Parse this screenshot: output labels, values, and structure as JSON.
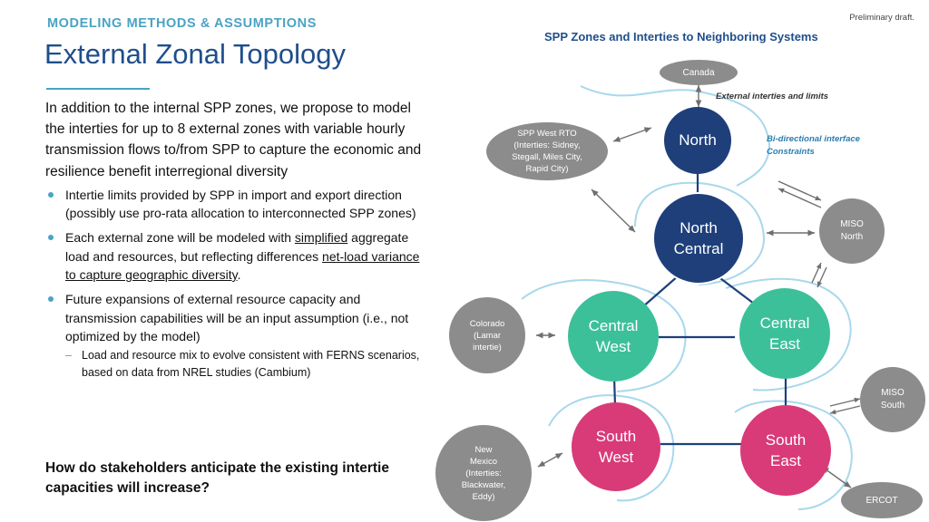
{
  "header": {
    "section": "MODELING METHODS & ASSUMPTIONS",
    "title": "External Zonal Topology",
    "draft_note": "Preliminary draft."
  },
  "body": {
    "intro": "In addition to the internal SPP zones, we propose to model the interties for up to 8 external zones with variable hourly transmission flows to/from SPP to capture the economic and resilience benefit interregional diversity",
    "bullet1": "Intertie limits provided by SPP in import and export direction (possibly use pro-rata allocation to interconnected SPP zones)",
    "bullet2": {
      "a": "Each external zone will be modeled with ",
      "b": "simplified",
      "c": " aggregate load and resources, but reflecting differences ",
      "d": "net-load variance to capture geographic diversity",
      "e": "."
    },
    "bullet3": "Future expansions of external resource capacity and transmission capabilities will be an input assumption (i.e., not optimized by the model)",
    "subbullet": "Load and resource mix to evolve consistent with FERNS scenarios, based on data from NREL studies (Cambium)",
    "question": "How do stakeholders anticipate the existing intertie capacities will increase?"
  },
  "diagram": {
    "title": "SPP Zones and Interties to Neighboring Systems",
    "annotations": {
      "external": "External interties and limits",
      "bidir_1": "Bi-directional interface",
      "bidir_2": "Constraints"
    },
    "colors": {
      "north": "#1e3f7a",
      "central": "#3cc09a",
      "south": "#d93a78",
      "external": "#8c8c8c",
      "outline": "#a8d8ec",
      "link": "#1e3f7a"
    },
    "internal_zones": {
      "north": [
        "North"
      ],
      "north_central": [
        "North",
        "Central"
      ],
      "central_west": [
        "Central",
        "West"
      ],
      "central_east": [
        "Central",
        "East"
      ],
      "south_west": [
        "South",
        "West"
      ],
      "south_east": [
        "South",
        "East"
      ]
    },
    "external_zones": {
      "canada": [
        "Canada"
      ],
      "spp_west": [
        "SPP West RTO",
        "(Interties: Sidney,",
        "Stegall, Miles City,",
        "Rapid City)"
      ],
      "miso_north": [
        "MISO",
        "North"
      ],
      "colorado": [
        "Colorado",
        "(Lamar",
        "intertie)"
      ],
      "miso_south": [
        "MISO",
        "South"
      ],
      "new_mexico": [
        "New",
        "Mexico",
        "(Interties:",
        "Blackwater,",
        "Eddy)"
      ],
      "ercot": [
        "ERCOT"
      ]
    }
  }
}
